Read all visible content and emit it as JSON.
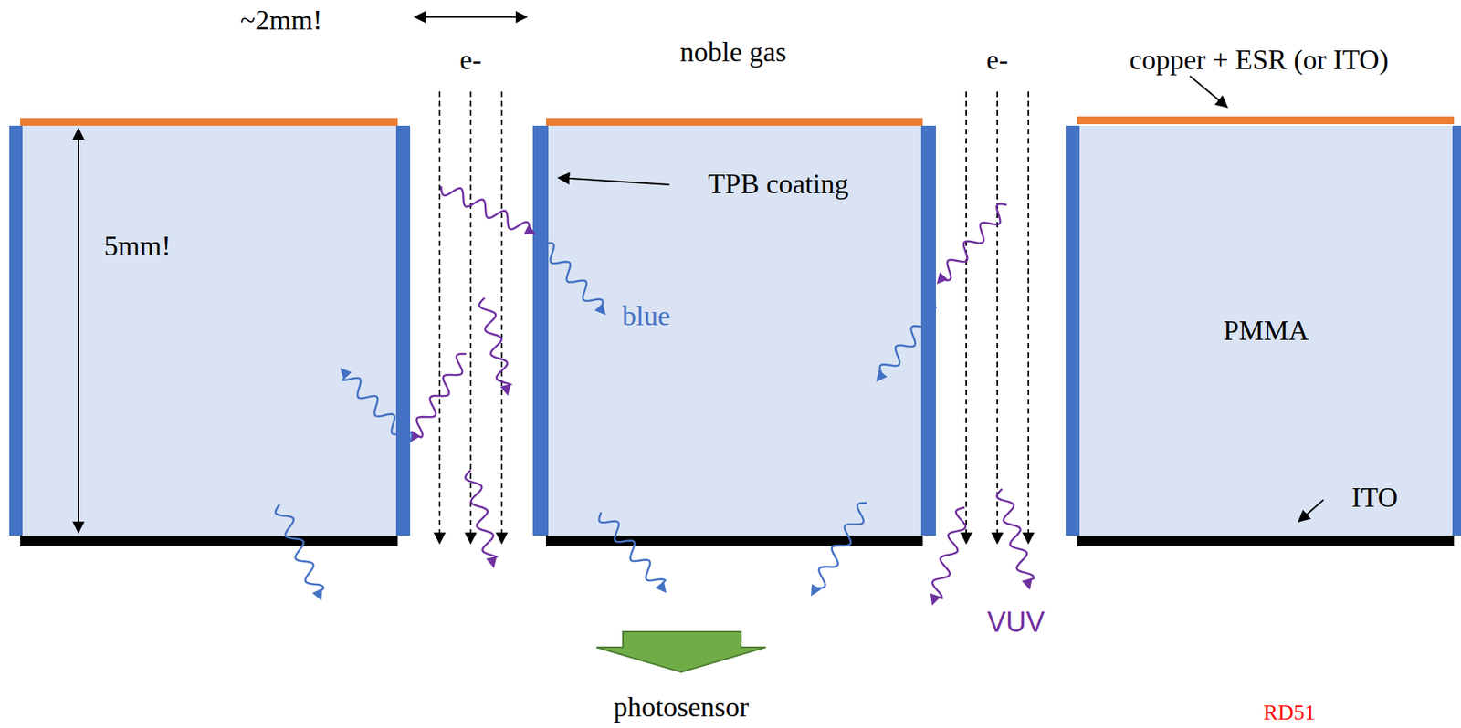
{
  "diagram": {
    "nodes": [
      {
        "text": [
          "PMMA"
        ]
      }
    ],
    "labels": [
      "~2mm!",
      "e-",
      "noble gas",
      "e-",
      "copper + ESR (or ITO)",
      "TPB coating",
      "5mm!",
      "blue",
      "ITO",
      "VUV",
      "photosensor",
      "RD51"
    ]
  }
}
